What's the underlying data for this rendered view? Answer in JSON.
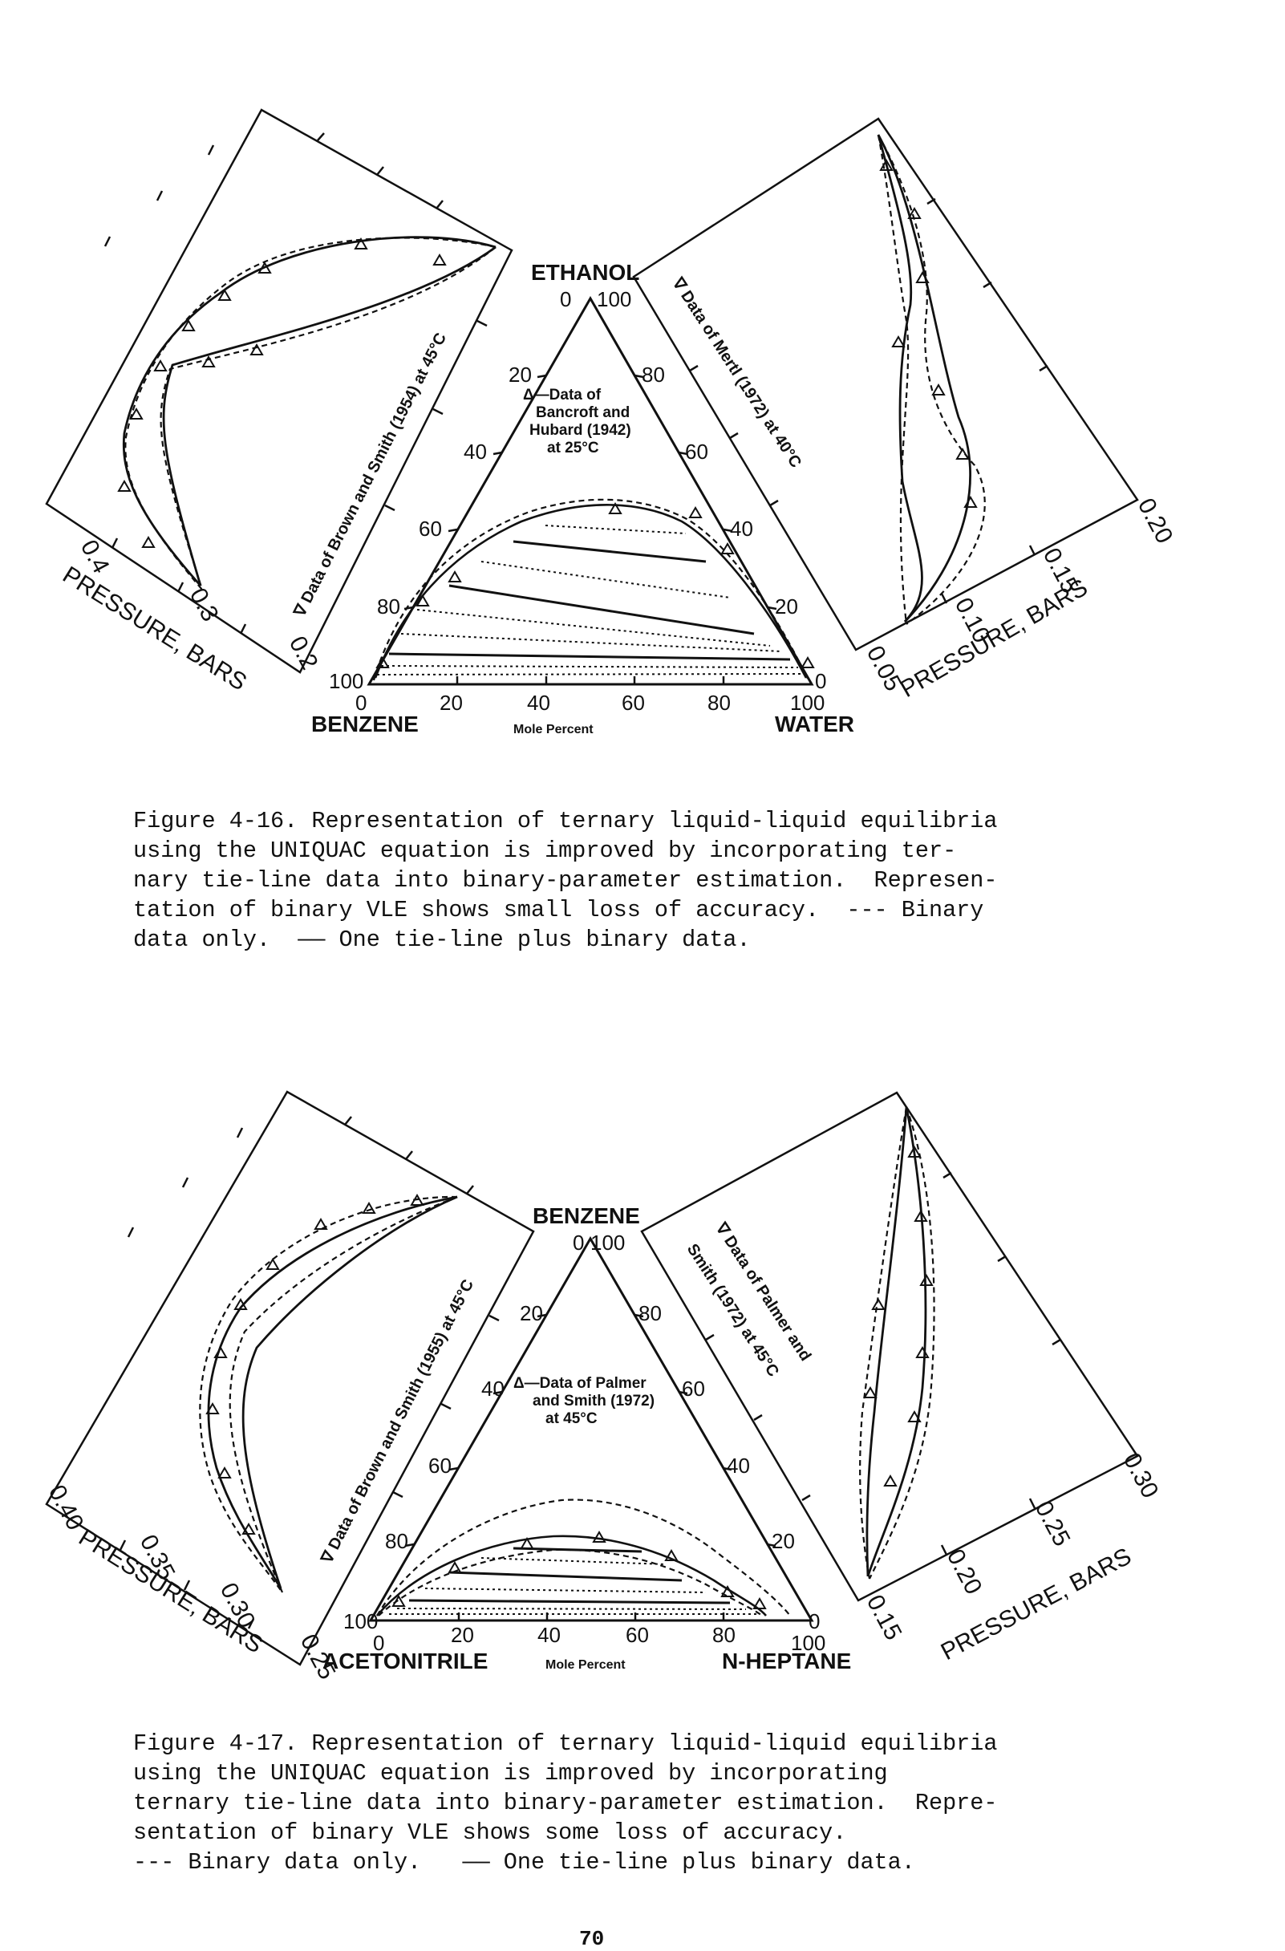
{
  "figures": [
    {
      "id": "fig-4-16",
      "caption": "Figure 4-16. Representation of ternary liquid-liquid equilibria\nusing the UNIQUAC equation is improved by incorporating ter-\nnary tie-line data into binary-parameter estimation.  Represen-\ntation of binary VLE shows small loss of accuracy.  --- Binary\ndata only.  —— One tie-line plus binary data.",
      "top_component": "ETHANOL",
      "left_component": "BENZENE",
      "right_component": "WATER",
      "mole_percent_label": "Mole Percent",
      "bottom_ticks": [
        "0",
        "20",
        "40",
        "60",
        "80",
        "100"
      ],
      "left_ticks": [
        "100",
        "80",
        "60",
        "40",
        "20",
        "0"
      ],
      "right_ticks": [
        "0",
        "20",
        "40",
        "60",
        "80",
        "100"
      ],
      "ternary_data_note": [
        "Δ—Data of",
        "Bancroft and",
        "Hubard (1942)",
        "at 25°C"
      ],
      "left_panel_note": "∇ Data of Brown and Smith (1954) at 45°C",
      "right_panel_note": "∇ Data of Mertl (1972) at 40°C",
      "left_pressure_ticks": [
        "0.4",
        "0.3",
        "0.2"
      ],
      "right_pressure_ticks": [
        "0.05",
        "0.10",
        "0.15",
        "0.20"
      ],
      "pressure_axis_label": "PRESSURE, BARS"
    },
    {
      "id": "fig-4-17",
      "caption": "Figure 4-17. Representation of ternary liquid-liquid equilibria\nusing the UNIQUAC equation is improved by incorporating\nternary tie-line data into binary-parameter estimation.  Repre-\nsentation of binary VLE shows some loss of accuracy.\n--- Binary data only.   —— One tie-line plus binary data.",
      "top_component": "BENZENE",
      "left_component": "ACETONITRILE",
      "right_component": "N-HEPTANE",
      "mole_percent_label": "Mole Percent",
      "bottom_ticks": [
        "0",
        "20",
        "40",
        "60",
        "80",
        "100"
      ],
      "left_ticks": [
        "100",
        "80",
        "60",
        "40",
        "20",
        "0"
      ],
      "right_ticks": [
        "0",
        "20",
        "40",
        "60",
        "80",
        "100"
      ],
      "ternary_data_note": [
        "Δ—Data of Palmer",
        "and Smith (1972)",
        "at 45°C"
      ],
      "left_panel_note": "∇ Data of Brown and Smith (1955) at 45°C",
      "right_panel_note": [
        "∇ Data of Palmer and",
        "Smith (1972) at 45°C"
      ],
      "left_pressure_ticks": [
        "0.40",
        "0.35",
        "0.30",
        "0.25"
      ],
      "right_pressure_ticks": [
        "0.15",
        "0.20",
        "0.25",
        "0.30"
      ],
      "pressure_axis_label": "PRESSURE, BARS"
    }
  ],
  "page_number": "70"
}
